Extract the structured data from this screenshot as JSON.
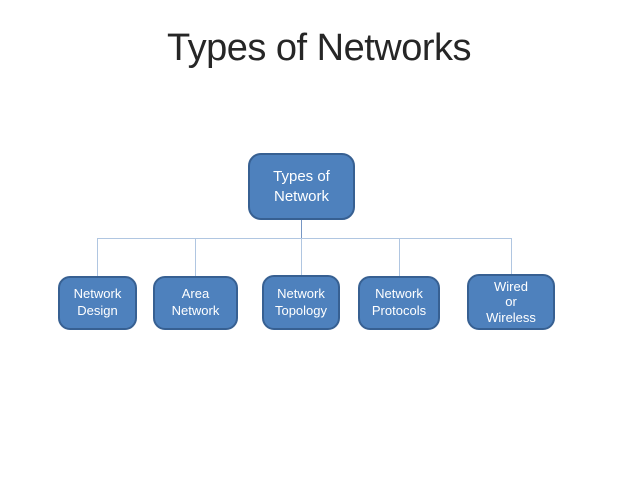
{
  "slide": {
    "title": "Types of Networks"
  },
  "diagram": {
    "type": "hierarchy",
    "root": {
      "id": "types-of-network",
      "label": "Types of\nNetwork"
    },
    "children": [
      {
        "id": "network-design",
        "label": "Network\nDesign"
      },
      {
        "id": "area-network",
        "label": "Area\nNetwork"
      },
      {
        "id": "network-topology",
        "label": "Network\nTopology"
      },
      {
        "id": "network-protocols",
        "label": "Network\nProtocols"
      },
      {
        "id": "wired-or-wireless",
        "label": "Wired\nor\nWireless"
      }
    ]
  },
  "colors": {
    "background": "#ffffff",
    "title_text": "#262626",
    "node_fill": "#4e81bd",
    "node_border": "#376092",
    "node_text": "#ffffff",
    "connector": "#b0c6e1",
    "connector_stub": "#7696c4"
  }
}
